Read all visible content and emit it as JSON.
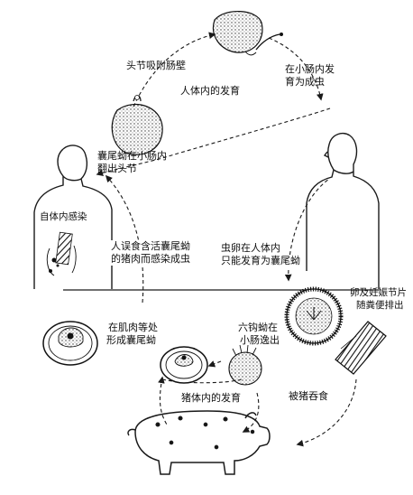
{
  "labels": {
    "scolex_attach": "头节吸附肠壁",
    "human_development": "人体内的发育",
    "adult_in_intestine_1": "在小肠内发",
    "adult_in_intestine_2": "育为成虫",
    "cysticercus_evaginate_1": "囊尾蚴在小肠内",
    "cysticercus_evaginate_2": "翻出头节",
    "self_infection": "自体内感染",
    "ingest_pork_1": "人误食含活囊尾蚴",
    "ingest_pork_2": "的猪肉而感染成虫",
    "egg_in_human_1": "虫卵在人体内",
    "egg_in_human_2": "只能发育为囊尾蚴",
    "egg_segments_1": "卵及妊娠节片",
    "egg_segments_2": "随粪便排出",
    "muscle_cyst_1": "在肌肉等处",
    "muscle_cyst_2": "形成囊尾蚴",
    "oncosphere_1": "六钩蚴在",
    "oncosphere_2": "小肠逸出",
    "pig_development": "猪体内的发育",
    "eaten_by_pig": "被猪吞食"
  },
  "colors": {
    "ink": "#1a1a1a",
    "paper": "#ffffff"
  }
}
